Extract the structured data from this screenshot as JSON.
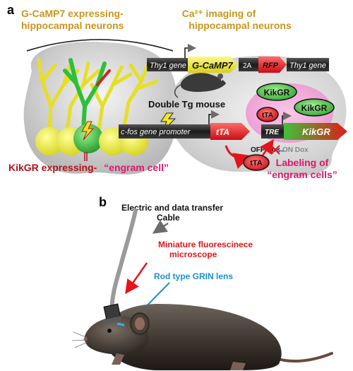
{
  "panel_a": {
    "label": "a",
    "title_left_line1": "G-CaMP7 expressing-",
    "title_left_line2": "hippocampal neurons",
    "title_right_line1": "Ca²⁺ imaging of",
    "title_right_line2": "hippocampal neurons",
    "construct1": {
      "thy1_left": "Thy1 gene",
      "gcamp7": "G-CaMP7",
      "p2a": "2A",
      "rfp": "RFP",
      "thy1_right": "Thy1 gene"
    },
    "mouse_label": "Double Tg mouse",
    "construct2": {
      "promoter": "c-fos gene promoter",
      "tta": "tTA"
    },
    "construct3": {
      "tre": "TRE",
      "kikgr": "KikGR"
    },
    "kikgr_bubble_top": "KikGR",
    "kikgr_bubble_right": "KikGR",
    "tta_bubble_small": "tTA",
    "tta_bubble_bottom": "tTA",
    "off_dox": "OFF Dox",
    "on_dox": "ON Dox",
    "labeling_line1": "Labeling of",
    "labeling_line2": "“engram cells”",
    "bottom_left_dark": "KikGR expressing-",
    "bottom_left_pink": "“engram cell”",
    "colors": {
      "gold_title": "#c8961e",
      "construct_bar": "#2a2a2a",
      "gcamp_yellow": "#f1ea2a",
      "red": "#e3151b",
      "green": "#3cbf3c",
      "pink_text": "#e0166e",
      "dark_red_text": "#b0121a"
    }
  },
  "panel_b": {
    "label": "b",
    "cable_line1": "Electric and data transfer",
    "cable_line2": "Cable",
    "microscope_line1": "Miniature fluorescinece",
    "microscope_line2": "microscope",
    "grin_label": "Rod type GRIN lens",
    "colors": {
      "red_label": "#e3151b",
      "blue_label": "#1a8fd1",
      "cable": "#9a9a9a"
    }
  }
}
